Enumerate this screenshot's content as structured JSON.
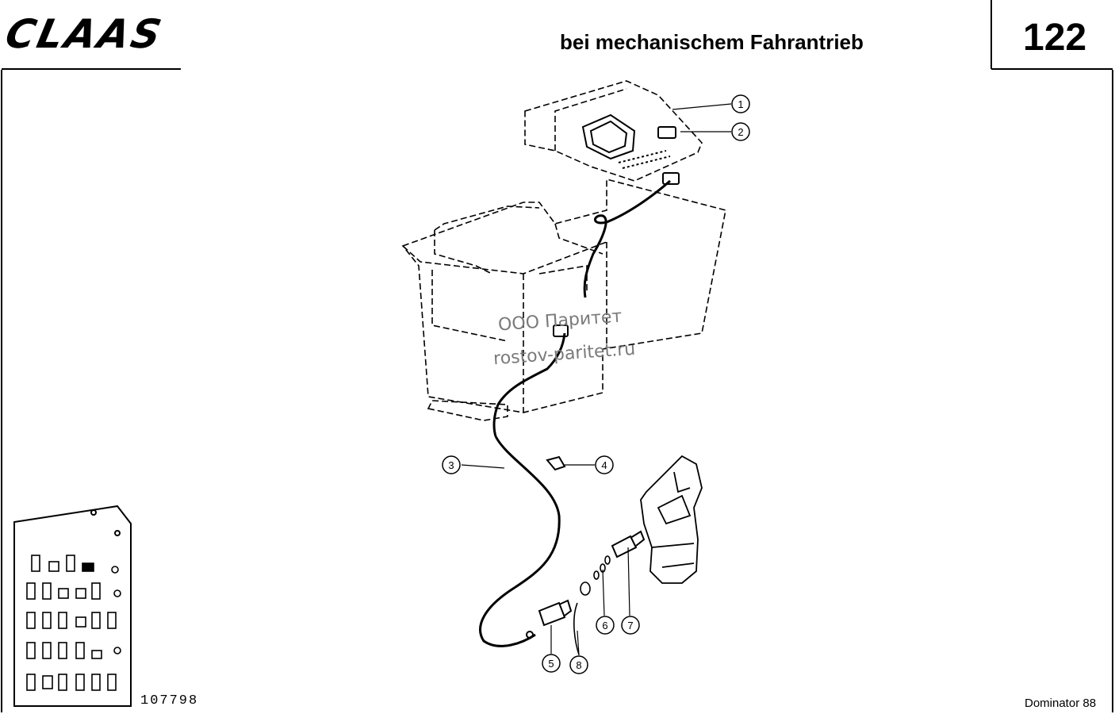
{
  "header": {
    "brand": "CLAAS",
    "title": "bei mechanischem Fahrantrieb",
    "page_number": "122"
  },
  "footer": {
    "part_number": "107798",
    "model": "Dominator 88"
  },
  "watermark": {
    "line1": "ООО Паритет",
    "line2": "rostov-paritet.ru"
  },
  "callouts": [
    "1",
    "2",
    "3",
    "4",
    "5",
    "6",
    "7",
    "8"
  ]
}
